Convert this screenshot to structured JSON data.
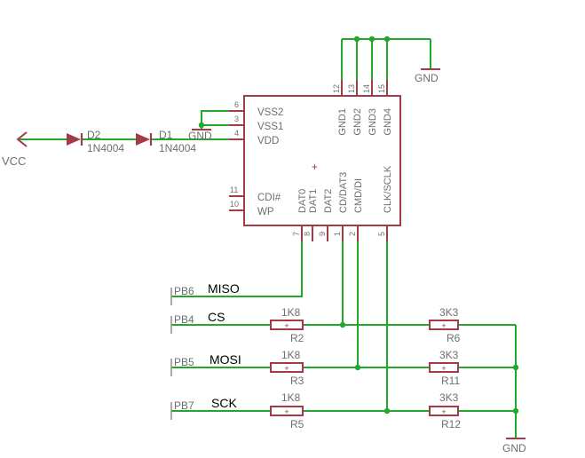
{
  "colors": {
    "wire": "#22a82a",
    "part": "#a23b44",
    "label": "#6e6e6e",
    "signal": "#000000",
    "background": "#ffffff"
  },
  "supply": {
    "vcc": "VCC"
  },
  "diodes": [
    {
      "name": "D2",
      "value": "1N4004"
    },
    {
      "name": "D1",
      "value": "1N4004"
    }
  ],
  "chip": {
    "left_pins": [
      {
        "name": "VSS2",
        "num": "6"
      },
      {
        "name": "VSS1",
        "num": "3"
      },
      {
        "name": "VDD",
        "num": "4"
      },
      {
        "name": "CDI#",
        "num": "11"
      },
      {
        "name": "WP",
        "num": "10"
      }
    ],
    "top_pins": [
      {
        "name": "GND1",
        "num": "12"
      },
      {
        "name": "GND2",
        "num": "13"
      },
      {
        "name": "GND3",
        "num": "14"
      },
      {
        "name": "GND4",
        "num": "15"
      }
    ],
    "bottom_pins": [
      {
        "name": "DAT0",
        "num": "7"
      },
      {
        "name": "DAT1",
        "num": "8"
      },
      {
        "name": "DAT2",
        "num": "9"
      },
      {
        "name": "CD/DAT3",
        "num": "1"
      },
      {
        "name": "CMD/DI",
        "num": "2"
      },
      {
        "name": "CLK/SCLK",
        "num": "5"
      }
    ],
    "center_mark": "+"
  },
  "grounds": {
    "top": "GND",
    "left": "GND",
    "bottom": "GND"
  },
  "ports": [
    {
      "port": "PB6",
      "signal": "MISO"
    },
    {
      "port": "PB4",
      "signal": "CS"
    },
    {
      "port": "PB5",
      "signal": "MOSI"
    },
    {
      "port": "PB7",
      "signal": "SCK"
    }
  ],
  "resistors": {
    "series": [
      {
        "value": "1K8",
        "name": "R2"
      },
      {
        "value": "1K8",
        "name": "R3"
      },
      {
        "value": "1K8",
        "name": "R5"
      }
    ],
    "pulldown": [
      {
        "value": "3K3",
        "name": "R6"
      },
      {
        "value": "3K3",
        "name": "R11"
      },
      {
        "value": "3K3",
        "name": "R12"
      }
    ],
    "mark": "+"
  }
}
